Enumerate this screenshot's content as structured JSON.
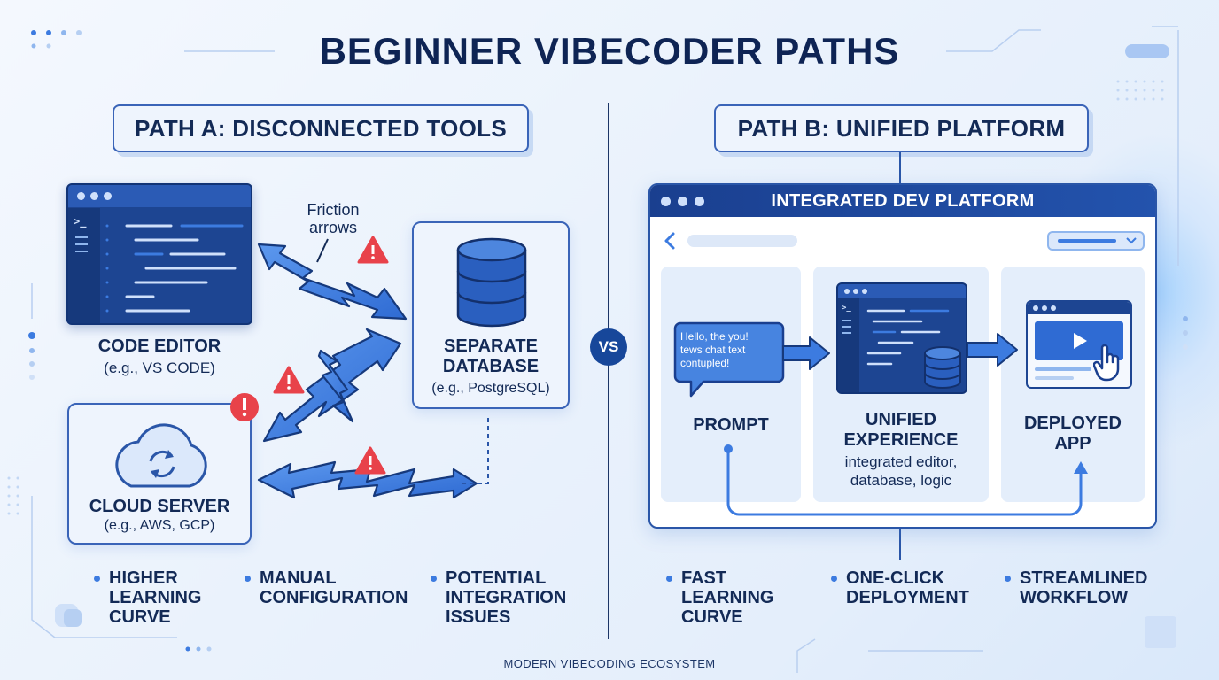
{
  "title": "BEGINNER VIBECODER PATHS",
  "path_a": {
    "heading": "PATH A: DISCONNECTED TOOLS",
    "friction_note": "Friction\narrows",
    "code_editor": {
      "name": "CODE EDITOR",
      "example": "(e.g., VS CODE)",
      "prompt_glyph": ">_"
    },
    "database": {
      "name": "SEPARATE\nDATABASE",
      "example": "(e.g., PostgreSQL)"
    },
    "cloud_server": {
      "name": "CLOUD SERVER",
      "example": "(e.g., AWS, GCP)"
    },
    "bullets": [
      "HIGHER\nLEARNING\nCURVE",
      "MANUAL\nCONFIGURATION",
      "POTENTIAL\nINTEGRATION\nISSUES"
    ]
  },
  "vs_label": "VS",
  "path_b": {
    "heading": "PATH B: UNIFIED PLATFORM",
    "platform": {
      "title": "INTEGRATED DEV PLATFORM",
      "chat_text": "Hello, the you!\ntews chat text\ncontupled!",
      "prompt_label": "PROMPT",
      "unified_label": "UNIFIED\nEXPERIENCE",
      "unified_desc": "integrated editor,\ndatabase, logic",
      "deployed_label": "DEPLOYED\nAPP",
      "prompt_glyph": ">_"
    },
    "bullets": [
      "FAST\nLEARNING\nCURVE",
      "ONE-CLICK\nDEPLOYMENT",
      "STREAMLINED\nWORKFLOW"
    ]
  },
  "footer": "MODERN VIBECODING ECOSYSTEM",
  "colors": {
    "navy": "#0e2454",
    "accent_blue": "#3c7be0",
    "warning_red": "#e8424a",
    "window_blue": "#1d4592",
    "panel_bg": "#eef4fd"
  },
  "icons": [
    "warning-icon",
    "database-icon",
    "cloud-sync-icon",
    "chat-bubble-icon",
    "play-icon",
    "hand-cursor-icon",
    "back-chevron-icon",
    "dropdown-chevron-icon"
  ]
}
